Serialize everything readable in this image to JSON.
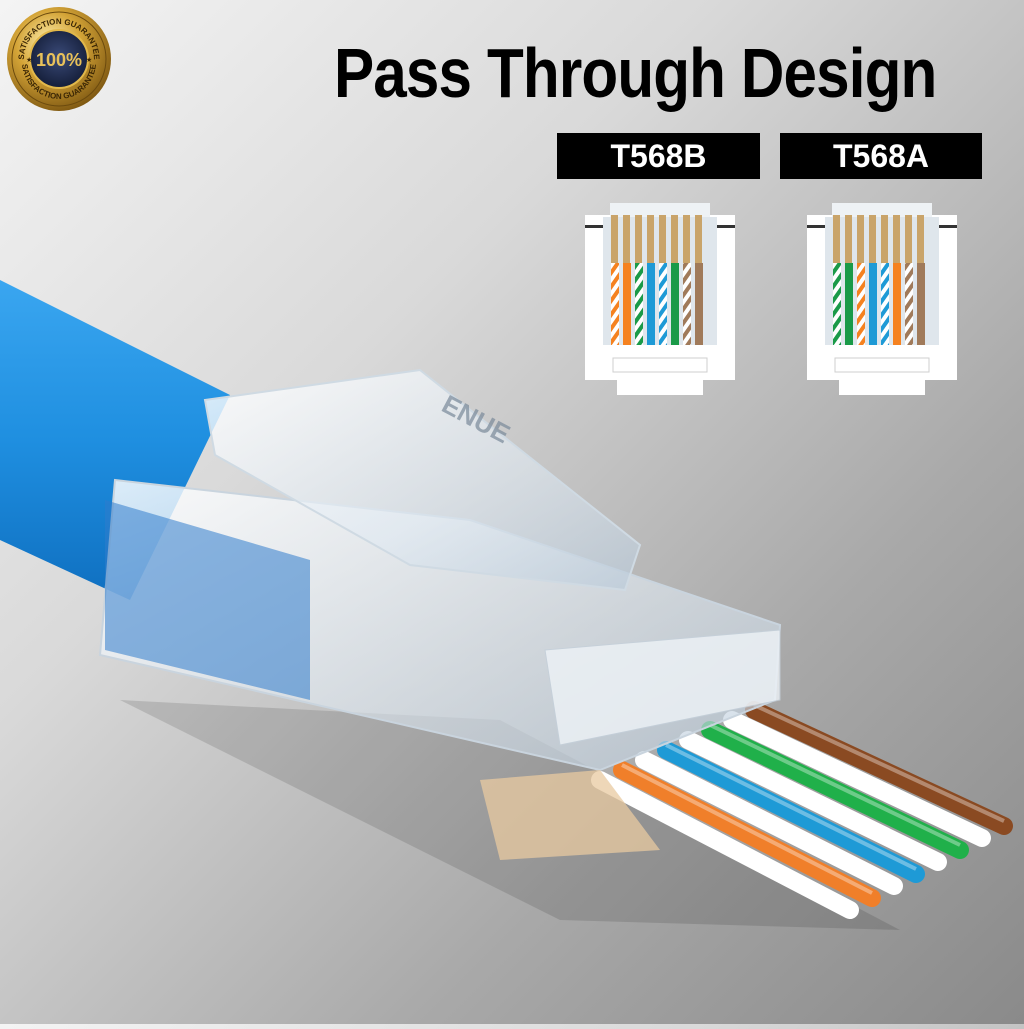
{
  "badge": {
    "ring_text_top": "SATISFACTION GUARANTEE",
    "ring_text_bottom": "SATISFACTION GUARANTEE",
    "center_text": "100%",
    "colors": {
      "gold": "#d4a437",
      "navy": "#1c2748"
    }
  },
  "headline": {
    "title": "Pass Through Design"
  },
  "standards": [
    {
      "label": "T568B",
      "wires": [
        {
          "color": "#f58220",
          "striped": true
        },
        {
          "color": "#f58220",
          "striped": false
        },
        {
          "color": "#1a9a48",
          "striped": true
        },
        {
          "color": "#1e9ad6",
          "striped": false
        },
        {
          "color": "#1e9ad6",
          "striped": true
        },
        {
          "color": "#1a9a48",
          "striped": false
        },
        {
          "color": "#a07a5a",
          "striped": true
        },
        {
          "color": "#a07a5a",
          "striped": false
        }
      ]
    },
    {
      "label": "T568A",
      "wires": [
        {
          "color": "#1a9a48",
          "striped": true
        },
        {
          "color": "#1a9a48",
          "striped": false
        },
        {
          "color": "#f58220",
          "striped": true
        },
        {
          "color": "#1e9ad6",
          "striped": false
        },
        {
          "color": "#1e9ad6",
          "striped": true
        },
        {
          "color": "#f58220",
          "striped": false
        },
        {
          "color": "#a07a5a",
          "striped": true
        },
        {
          "color": "#a07a5a",
          "striped": false
        }
      ]
    }
  ],
  "product": {
    "connector_imprint": "ENUE",
    "cable_color": "#1f8fe0",
    "wire_colors": [
      "#ffffff",
      "#f07f2a",
      "#ffffff",
      "#1e9ad6",
      "#ffffff",
      "#20b04a",
      "#ffffff",
      "#8a4a22"
    ]
  }
}
